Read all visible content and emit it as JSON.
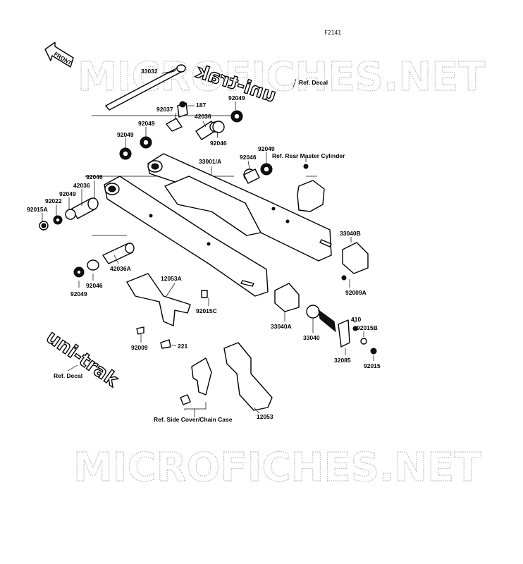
{
  "figure_code": "F2141",
  "watermarks": [
    "MICROFICHES.NET",
    "MICROFICHES.NET"
  ],
  "front_arrow_label": "FRONT",
  "logo_text": "uni-trak",
  "labels": {
    "p33032": "33032",
    "p187": "187",
    "p92037": "92037",
    "p42036_top": "42036",
    "p92049_top_r": "92049",
    "p92046_top": "92046",
    "p92049_mid_l": "92049",
    "p92049_mid_c": "92049",
    "p33001A": "33001/A",
    "p92046_r": "92046",
    "p92049_r": "92049",
    "ref_rear_master": "Ref. Rear Master Cylinder",
    "ref_decal_top": "Ref. Decal",
    "p92046_l": "92046",
    "p42036_l": "42036",
    "p92049_l": "92049",
    "p92022": "92022",
    "p92015A": "92015A",
    "p42036A": "42036A",
    "p92046_low": "92046",
    "p92049_low": "92049",
    "p12053A": "12053A",
    "p92015C": "92015C",
    "p33040B": "33040B",
    "p92009A": "92009A",
    "p33040A": "33040A",
    "p33040": "33040",
    "p410": "410",
    "p92015B": "92015B",
    "p32085": "32085",
    "p92015": "92015",
    "p92009": "92009",
    "p221": "221",
    "ref_decal_low": "Ref. Decal",
    "ref_side_cover": "Ref. Side Cover/Chain Case",
    "p12053": "12053"
  }
}
